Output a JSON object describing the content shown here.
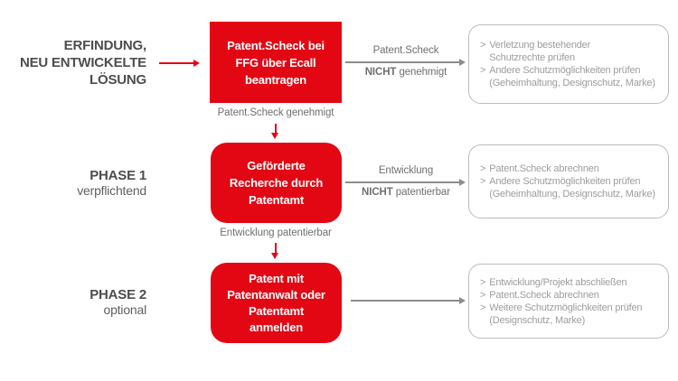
{
  "palette": {
    "red": "#e30613",
    "stage_label_gray": "#4d4d4f",
    "connector_label_gray": "#706f6f",
    "outcome_text_gray": "#9d9d9c",
    "outcome_border_gray": "#bcbcbc",
    "arrow_gray": "#8c8c8c"
  },
  "stages": {
    "invention": "ERFINDUNG,\nNEU ENTWICKELTE\nLÖSUNG",
    "phase1_title": "PHASE 1",
    "phase1_subtitle": "verpflichtend",
    "phase2_title": "PHASE 2",
    "phase2_subtitle": "optional"
  },
  "process_boxes": {
    "apply": "Patent.Scheck bei\nFFG über Ecall\nbeantragen",
    "research": "Geförderte\nRecherche durch\nPatentamt",
    "register": "Patent mit\nPatentanwalt oder\nPatentamt\nanmelden"
  },
  "connectors": {
    "approved": "Patent.Scheck genehmigt",
    "patentable": "Entwicklung patentierbar",
    "not_approved": {
      "top": "Patent.Scheck",
      "bold": "NICHT",
      "rest": " genehmigt"
    },
    "not_patentable": {
      "top": "Entwicklung",
      "bold": "NICHT",
      "rest": " patentierbar"
    }
  },
  "outcomes": {
    "marker": ">",
    "box1": {
      "item1": "Verletzung bestehender\nSchutzrechte prüfen",
      "item2": "Andere Schutzmöglichkeiten prüfen\n(Geheimhaltung, Designschutz, Marke)"
    },
    "box2": {
      "item1": "Patent.Scheck abrechnen",
      "item2": "Andere Schutzmöglichkeiten prüfen\n(Geheimhaltung, Designschutz, Marke)"
    },
    "box3": {
      "item1": "Entwicklung/Projekt abschließen",
      "item2": "Patent.Scheck abrechnen",
      "item3": "Weitere Schutzmöglichkeiten prüfen\n(Designschutz, Marke)"
    }
  }
}
